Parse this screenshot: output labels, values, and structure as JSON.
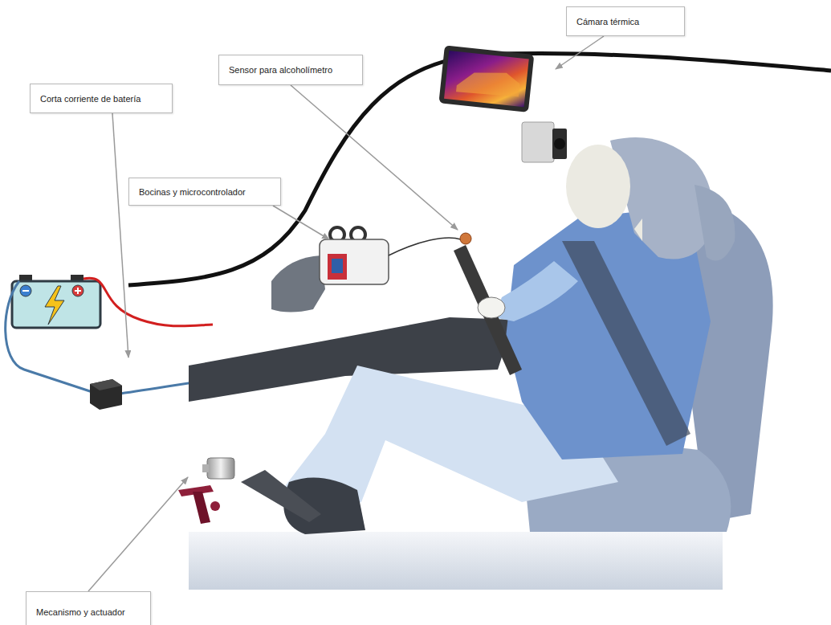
{
  "diagram": {
    "nodes": [
      {
        "text": [
          "Cámara térmica"
        ]
      },
      {
        "text": [
          "Sensor para alcoholímetro"
        ]
      },
      {
        "text": [
          "Corta corriente de batería"
        ]
      },
      {
        "text": [
          "Bocinas y microcontrolador"
        ]
      },
      {
        "text": [
          "Mecanismo y actuador"
        ]
      }
    ]
  }
}
